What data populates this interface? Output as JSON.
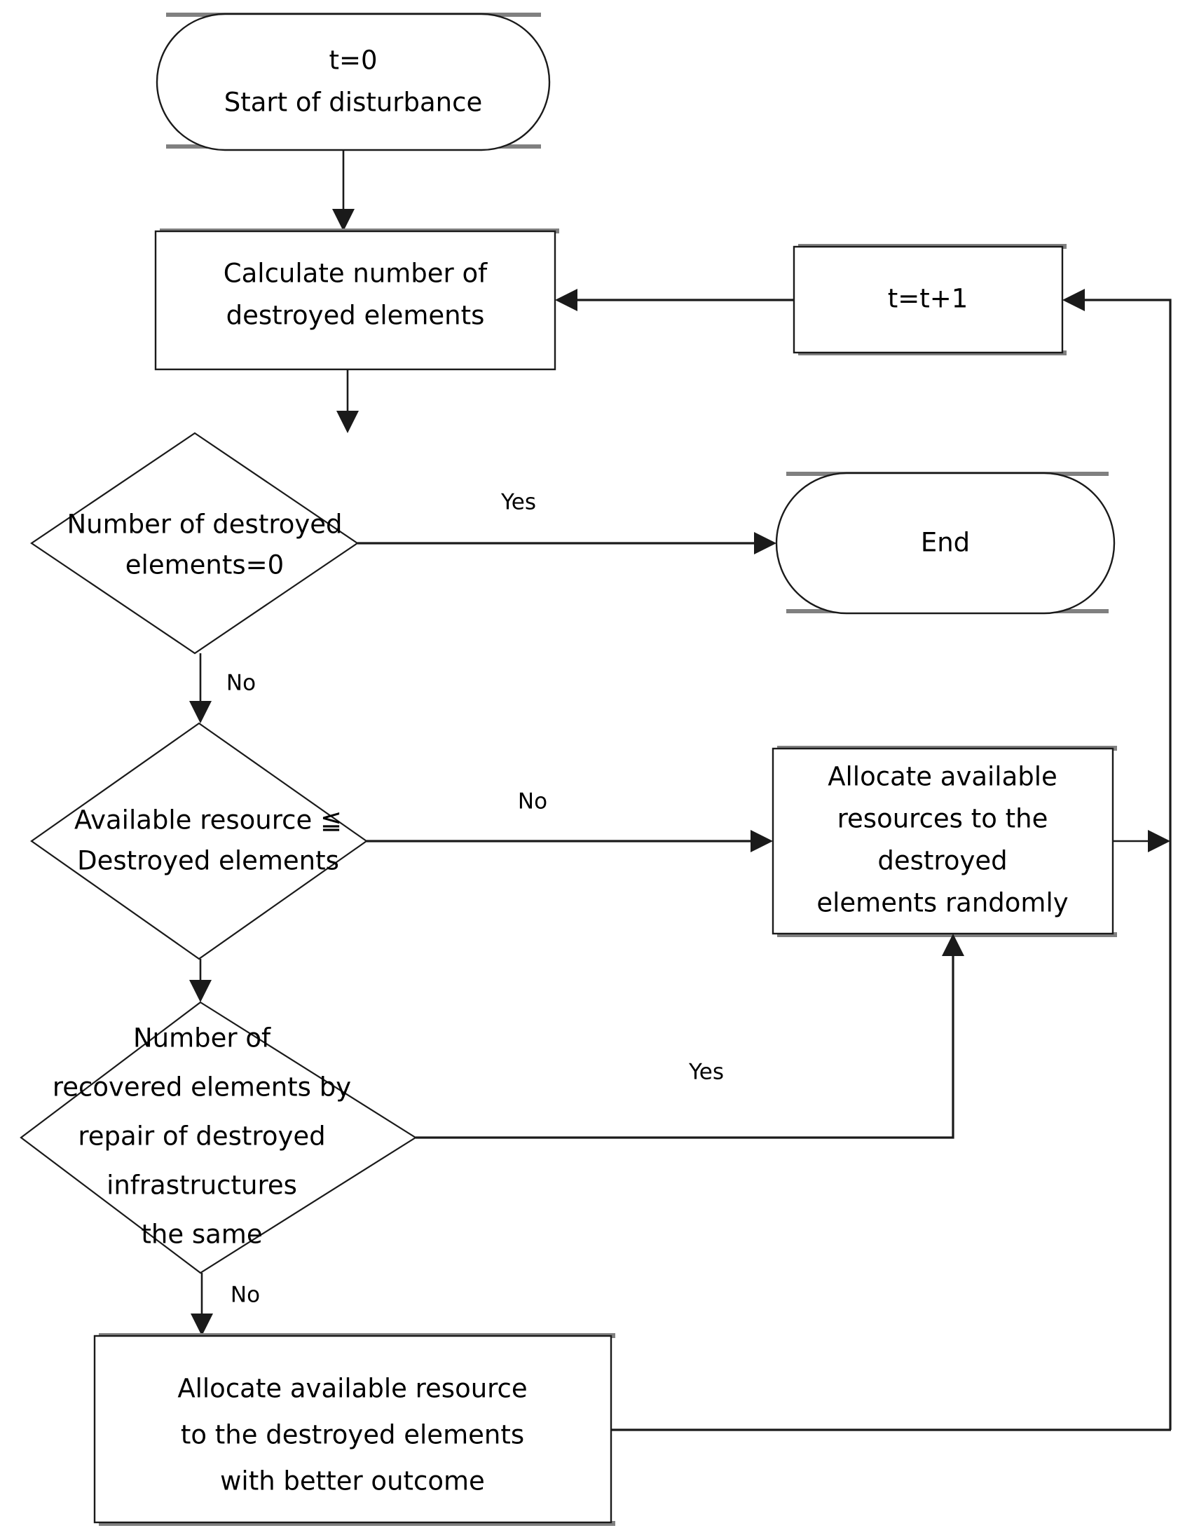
{
  "diagram": {
    "type": "flowchart",
    "title": "Resource allocation recovery flowchart",
    "background_color": "#ffffff",
    "line_color": "#1a1a1a",
    "shadow_color": "#808080",
    "text_color": "#000000"
  },
  "nodes": {
    "start": {
      "shape": "rounded-terminator",
      "line1": "t=0",
      "line2": "Start of disturbance"
    },
    "calculate": {
      "shape": "process",
      "line1": "Calculate number of",
      "line2": "destroyed elements"
    },
    "increment": {
      "shape": "process",
      "line1": "t=t+1"
    },
    "decision_zero": {
      "shape": "decision",
      "line1": "Number of  destroyed",
      "line2": "elements=0"
    },
    "end": {
      "shape": "rounded-terminator",
      "line1": "End"
    },
    "decision_resource": {
      "shape": "decision",
      "line1": "Available  resource ≦",
      "line2": "Destroyed elements"
    },
    "allocate_random": {
      "shape": "process",
      "line1": "Allocate available",
      "line2": "resources to the",
      "line3": "destroyed",
      "line4": "elements randomly"
    },
    "decision_recovered": {
      "shape": "decision",
      "line1": "Number of",
      "line2": "recovered elements by",
      "line3": "repair of destroyed",
      "line4": "infrastructures",
      "line5": "the same"
    },
    "allocate_better": {
      "shape": "process",
      "line1": "Allocate available resource",
      "line2": "to the destroyed elements",
      "line3": "with better outcome"
    }
  },
  "edge_labels": {
    "zero_yes": "Yes",
    "zero_no": "No",
    "resource_no": "No",
    "recovered_yes": "Yes",
    "recovered_no": "No"
  }
}
